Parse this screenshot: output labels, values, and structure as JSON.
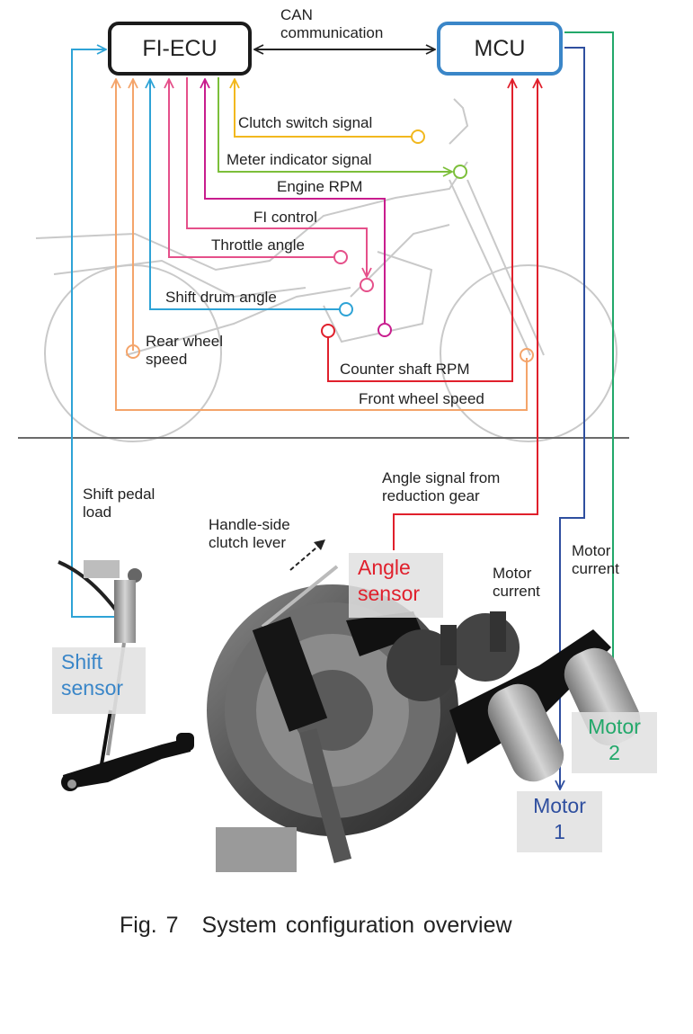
{
  "figure": {
    "caption_number": "Fig. 7",
    "caption_title": "System configuration overview"
  },
  "nodes": {
    "fi_ecu": "FI-ECU",
    "mcu": "MCU"
  },
  "links": {
    "can": [
      "CAN",
      "communication"
    ]
  },
  "signals": {
    "clutch_switch": "Clutch switch signal",
    "meter_indicator": "Meter indicator signal",
    "engine_rpm": "Engine RPM",
    "fi_control": "FI control",
    "throttle_angle": "Throttle angle",
    "shift_drum_angle": "Shift drum angle",
    "rear_wheel_speed": [
      "Rear wheel",
      "speed"
    ],
    "counter_shaft_rpm": "Counter shaft RPM",
    "front_wheel_speed": "Front wheel speed",
    "shift_pedal_load": [
      "Shift pedal",
      "load"
    ],
    "angle_signal": [
      "Angle signal from",
      "reduction gear"
    ],
    "handle_clutch": [
      "Handle-side",
      "clutch lever"
    ],
    "motor_current_1": [
      "Motor",
      "current"
    ],
    "motor_current_2": [
      "Motor",
      "current"
    ]
  },
  "components": {
    "shift_sensor": [
      "Shift",
      "sensor"
    ],
    "angle_sensor": [
      "Angle",
      "sensor"
    ],
    "motor_1": [
      "Motor",
      "1"
    ],
    "motor_2": [
      "Motor",
      "2"
    ]
  },
  "colors": {
    "orange": "#f4a46a",
    "cyan": "#2ea3d6",
    "pink": "#e5508a",
    "magenta": "#c81d8e",
    "green_light": "#7cbf3a",
    "yellow": "#f2b81e",
    "red": "#e0202c",
    "navy": "#2f4f9f",
    "teal": "#22a86a",
    "mcu_border": "#3a86c8",
    "shift_sensor_text": "#3a86c8",
    "angle_sensor_text": "#e0202c",
    "motor1_text": "#2f4f9f",
    "motor2_text": "#22a86a"
  }
}
